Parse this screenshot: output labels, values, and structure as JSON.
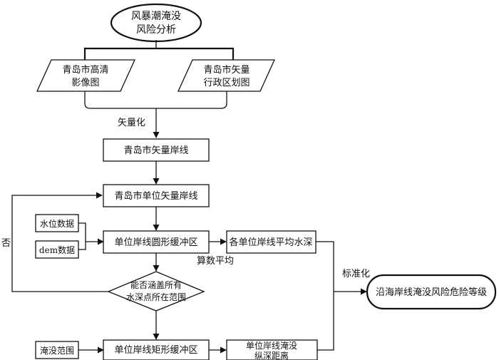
{
  "nodes": {
    "start_line1": "风暴潮淹没",
    "start_line2": "风险分析",
    "input_image_line1": "青岛市高清",
    "input_image_line2": "影像图",
    "input_admin_line1": "青岛市矢量",
    "input_admin_line2": "行政区划图",
    "vector_coast": "青岛市矢量岸线",
    "unit_coast": "青岛市单位矢量岸线",
    "water_data": "水位数据",
    "dem_data": "dem数据",
    "circle_buffer": "单位岸线圆形缓冲区",
    "avg_depth": "各单位岸线平均水深",
    "decision_line1": "能否涵盖所有",
    "decision_line2": "水深点所在范围",
    "flood_range": "淹没范围",
    "rect_buffer": "单位岸线矩形缓冲区",
    "flood_dist_line1": "单位岸线淹没",
    "flood_dist_line2": "纵深距离",
    "result": "沿海岸线淹没风险危险等级"
  },
  "edge_labels": {
    "vectorize": "矢量化",
    "average": "算数平均",
    "standardize": "标准化",
    "no": "否"
  }
}
